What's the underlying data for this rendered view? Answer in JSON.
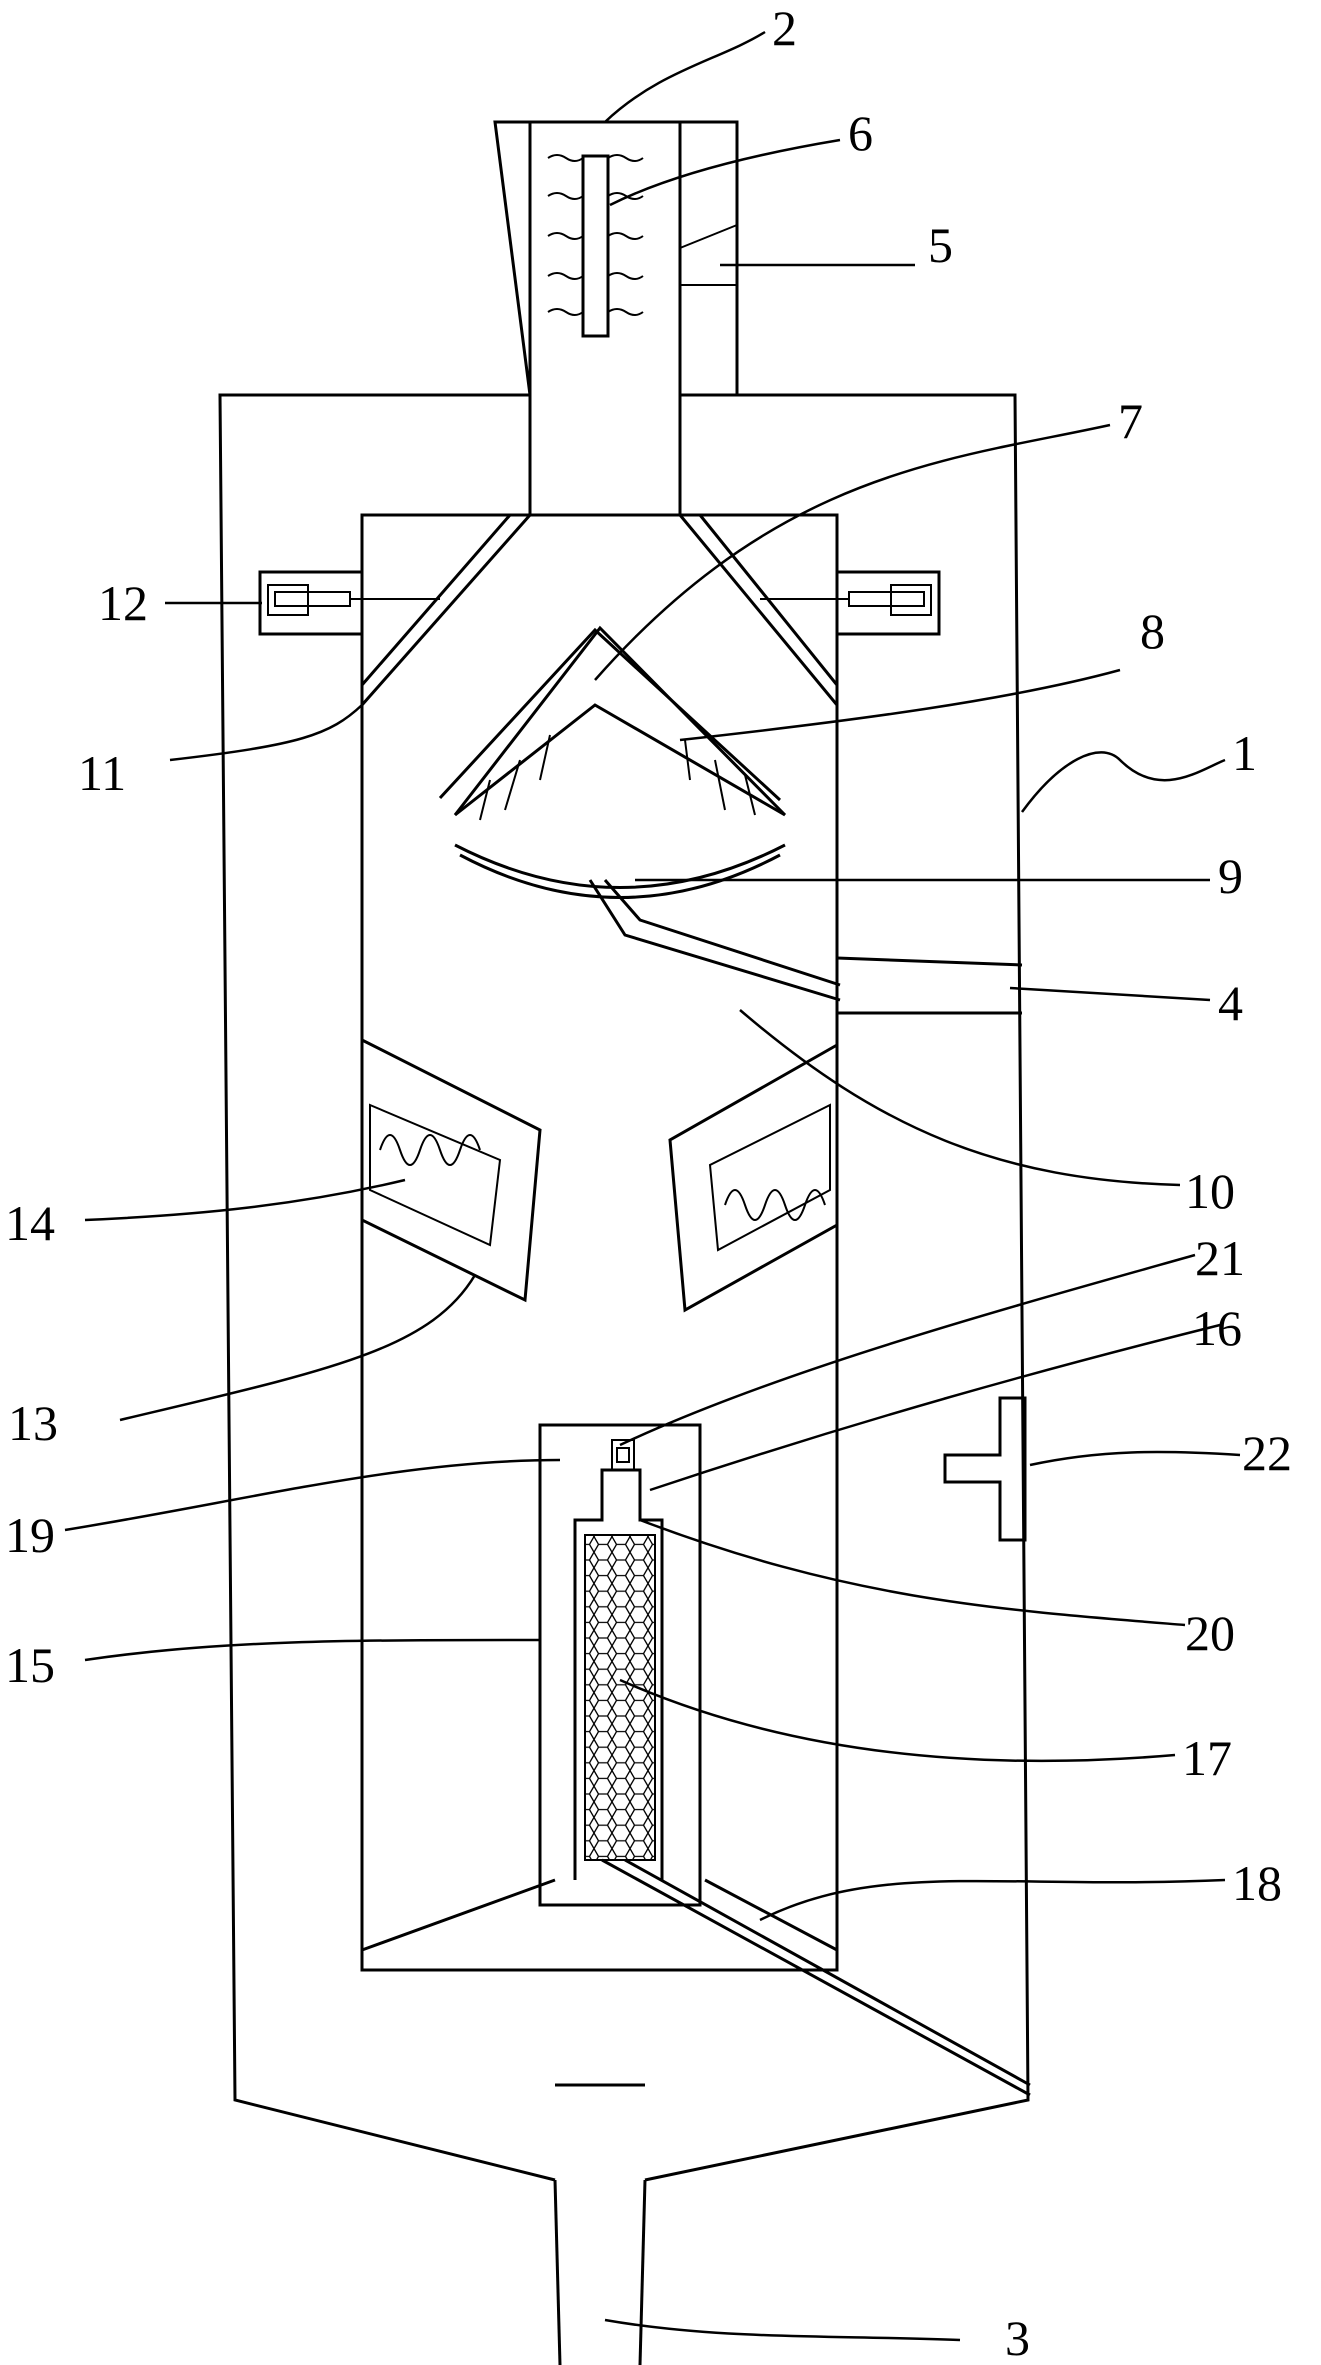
{
  "labels": {
    "l1": "1",
    "l2": "2",
    "l3": "3",
    "l4": "4",
    "l5": "5",
    "l6": "6",
    "l7": "7",
    "l8": "8",
    "l9": "9",
    "l10": "10",
    "l11": "11",
    "l12": "12",
    "l13": "13",
    "l14": "14",
    "l15": "15",
    "l16": "16",
    "l17": "17",
    "l18": "18",
    "l19": "19",
    "l20": "20",
    "l21": "21",
    "l22": "22"
  }
}
